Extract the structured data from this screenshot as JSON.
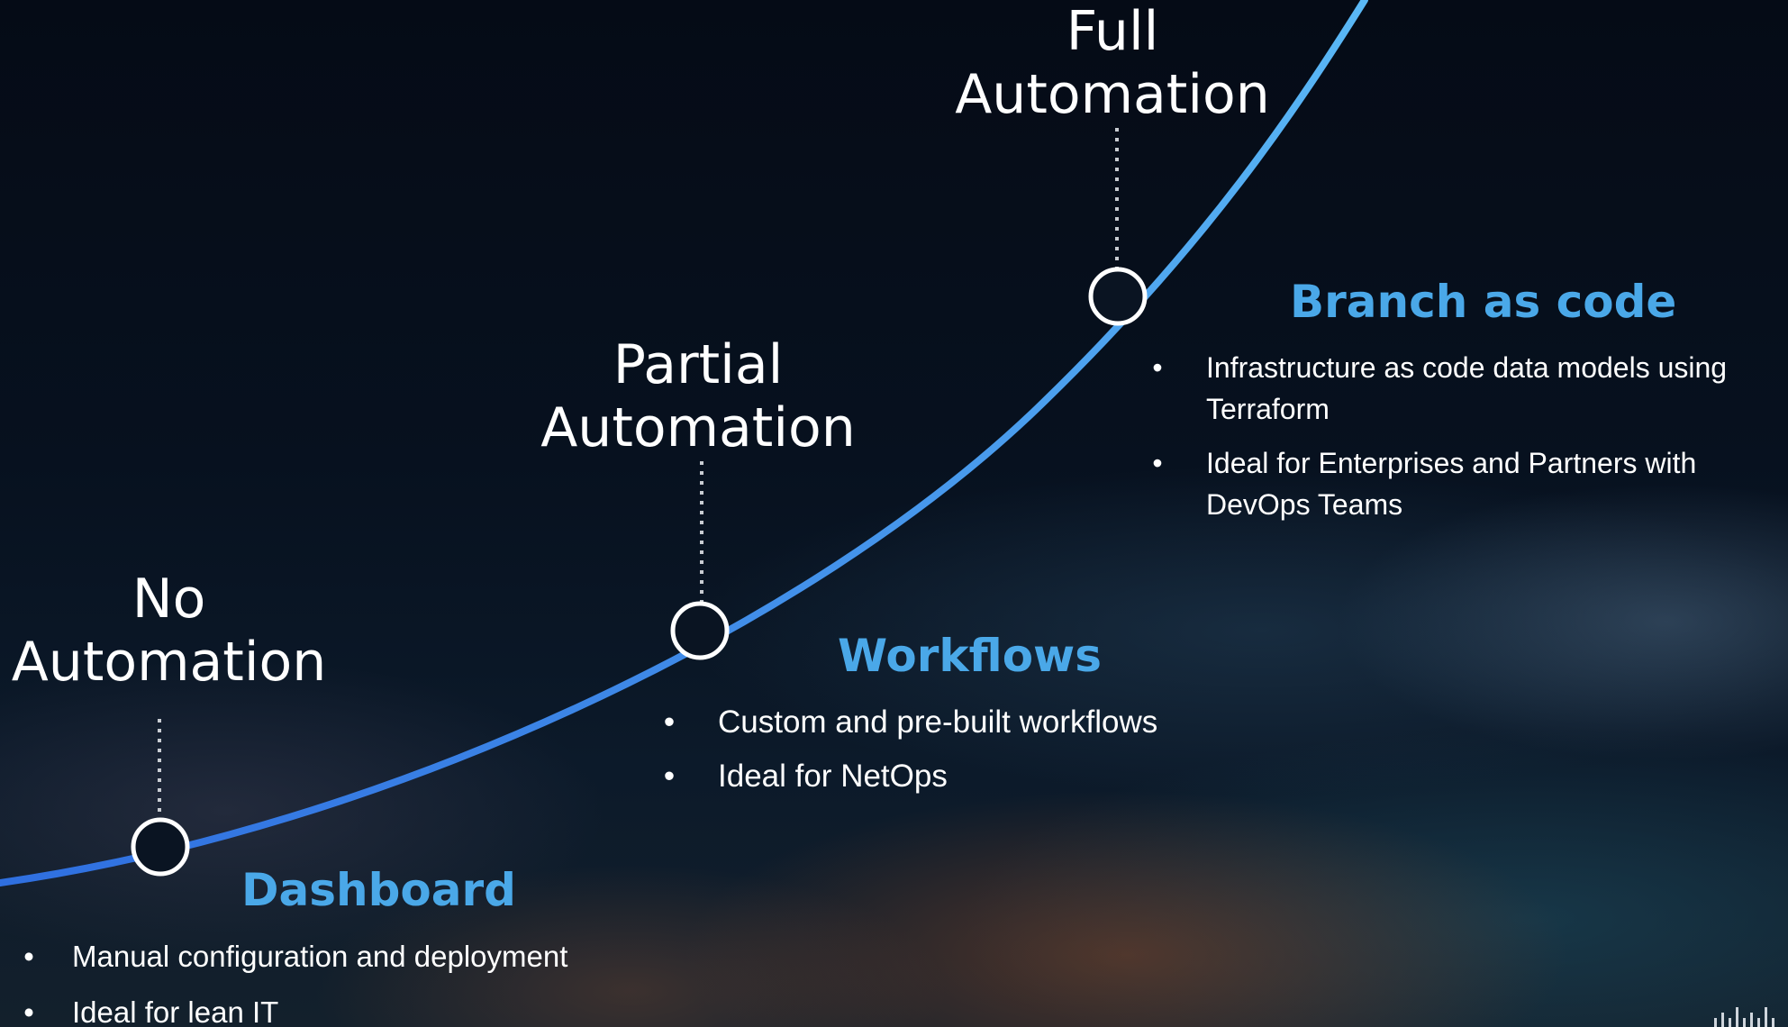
{
  "stages": {
    "full": {
      "line1": "Full",
      "line2": "Automation"
    },
    "partial": {
      "line1": "Partial",
      "line2": "Automation"
    },
    "none": {
      "line1": "No",
      "line2": "Automation"
    }
  },
  "features": {
    "branch": {
      "heading": "Branch as code",
      "bullets": [
        "Infrastructure as code data models using Terraform",
        "Ideal for Enterprises and Partners with DevOps Teams"
      ]
    },
    "workflows": {
      "heading": "Workflows",
      "bullets": [
        "Custom and pre-built workflows",
        "Ideal for NetOps"
      ]
    },
    "dashboard": {
      "heading": "Dashboard",
      "bullets": [
        "Manual configuration and deployment",
        "Ideal for lean IT"
      ]
    }
  },
  "bullet_symbol": "•",
  "colors": {
    "curve_start": "#2f6fe0",
    "curve_end": "#5ab8f5",
    "heading": "#4aa8e8",
    "marker_fill": "#0a1422",
    "marker_stroke": "#ffffff",
    "connector": "#c8ccd2"
  },
  "icons": {
    "logo": "cisco-logo-icon"
  }
}
